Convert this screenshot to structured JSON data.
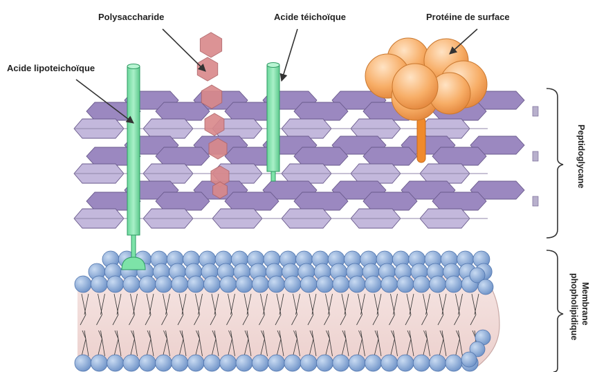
{
  "labels": {
    "polysaccharide": "Polysaccharide",
    "acide_teichoique": "Acide téichoïque",
    "proteine_surface": "Protéine de surface",
    "acide_lipoteichoique": "Acide lipoteichoïque",
    "peptidoglycane": "Peptidoglycane",
    "membrane_line1": "Membrane",
    "membrane_line2": "phopholipidique"
  },
  "colors": {
    "peptidoglycan_top": "#9b88c0",
    "peptidoglycan_face": "#c3b8dc",
    "peptidoglycan_dark": "#6f5a9a",
    "teichoic_acid": "#7de3a8",
    "teichoic_dark": "#2e9a63",
    "polysaccharide": "#d9888a",
    "protein": "#f5a65c",
    "protein_stalk": "#f08a2c",
    "phospholipid_head": "#8fb1dc",
    "membrane_core": "#f2dcda",
    "lipid_tail": "#333333"
  },
  "icons": [
    "bracket-peptidoglycane",
    "bracket-membrane",
    "arrow-polysaccharide",
    "arrow-teichoic",
    "arrow-protein",
    "arrow-lipoteichoic"
  ]
}
